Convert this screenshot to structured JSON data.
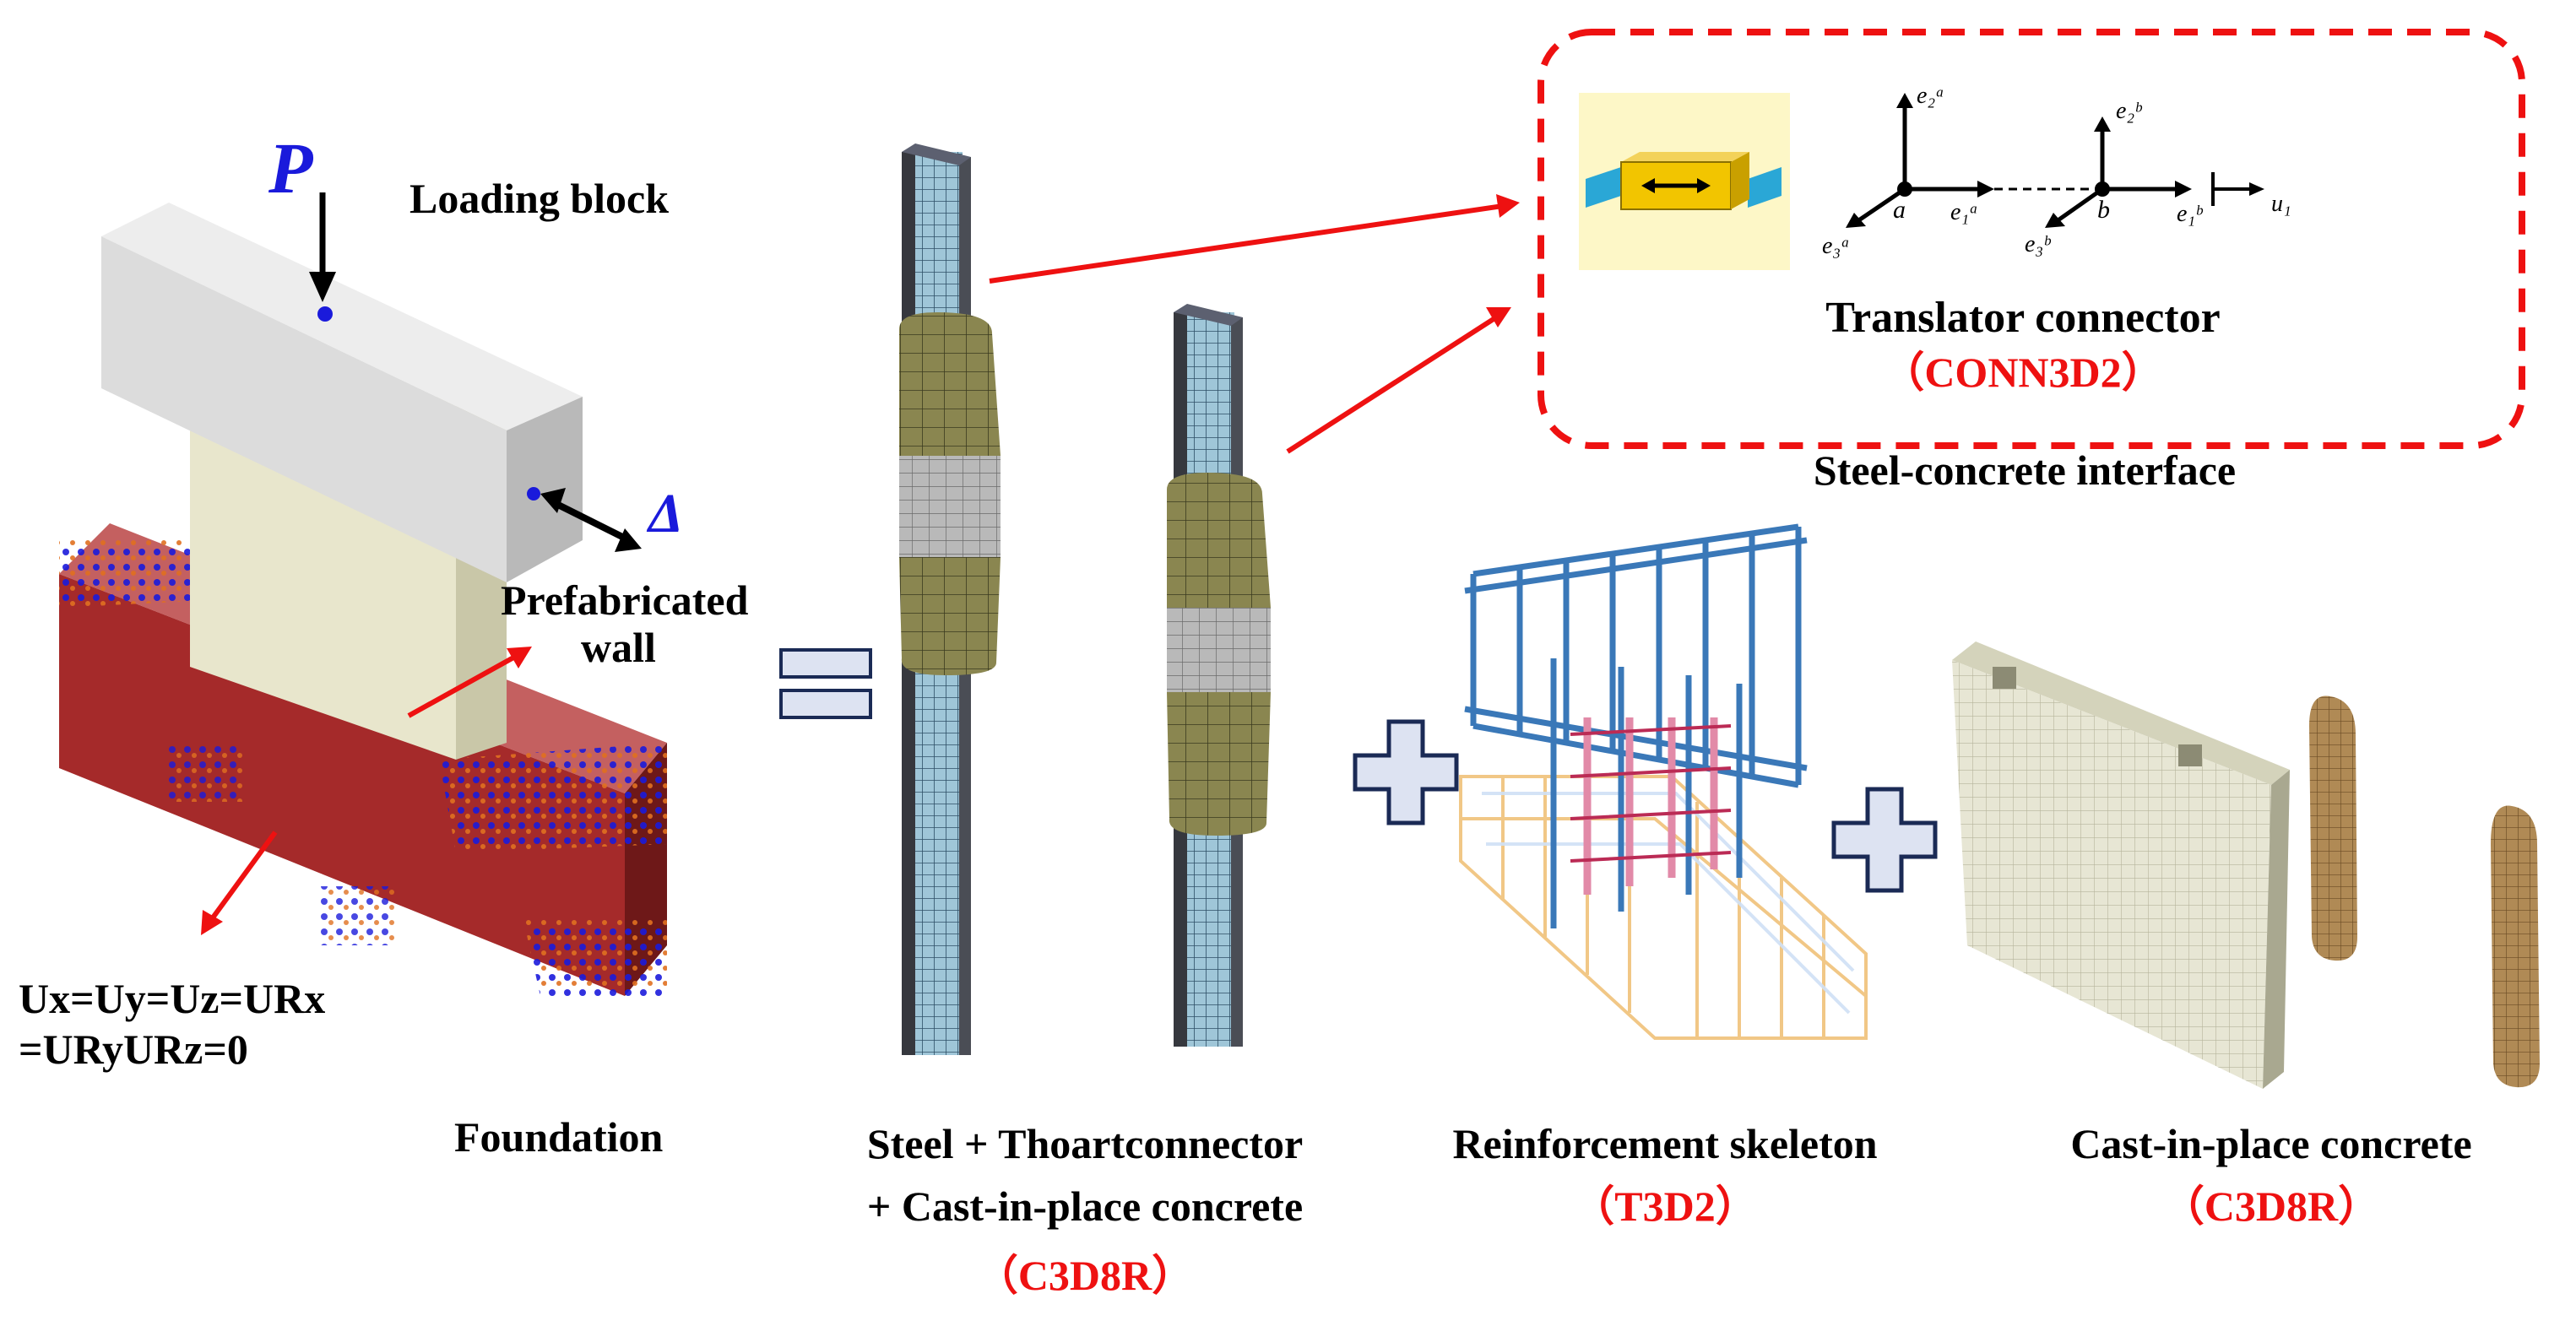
{
  "labels": {
    "load_symbol": "P",
    "displacement_symbol": "Δ",
    "loading_block": "Loading block",
    "prefabricated_wall_1": "Prefabricated",
    "prefabricated_wall_2": "wall",
    "boundary_1": "Ux=Uy=Uz=URx",
    "boundary_2": "=URyURz=0",
    "foundation": "Foundation",
    "steel_line1": "Steel + Thoartconnector",
    "steel_line2": "+ Cast-in-place concrete",
    "steel_element": "（C3D8R）",
    "reinforcement": "Reinforcement skeleton",
    "reinforcement_element": "（T3D2）",
    "cast_concrete": "Cast-in-place concrete",
    "cast_element": "（C3D8R）",
    "translator": "Translator connector",
    "translator_element": "（CONN3D2）",
    "interface": "Steel-concrete interface"
  },
  "axes": {
    "node_a": "a",
    "node_b": "b",
    "e2a": "e₂ᵃ",
    "e1a": "e₁ᵃ",
    "e3a": "e₃ᵃ",
    "e2b": "e₂ᵇ",
    "e1b": "e₁ᵇ",
    "e3b": "e₃ᵇ",
    "u1": "u₁"
  },
  "colors": {
    "accent_red": "#ee1111",
    "load_blue": "#1a1adb",
    "foundation_red": "#a52a2a",
    "wall_cream": "#e8e6cc",
    "block_grey": "#dcdcdc",
    "steel_blue": "#9fc6d8",
    "concrete_olive": "#8a8650",
    "rebar_blue": "#3a78b8",
    "timber_brown": "#b08a55"
  }
}
